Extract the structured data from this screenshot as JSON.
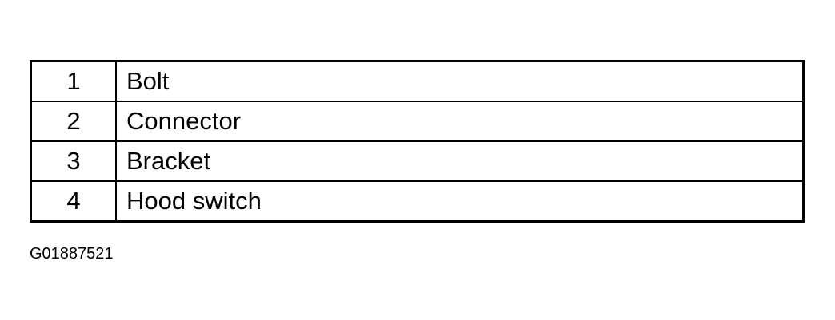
{
  "legend": {
    "rows": [
      {
        "number": "1",
        "description": "Bolt"
      },
      {
        "number": "2",
        "description": "Connector"
      },
      {
        "number": "3",
        "description": "Bracket"
      },
      {
        "number": "4",
        "description": "Hood switch"
      }
    ]
  },
  "figure_id": "G01887521"
}
